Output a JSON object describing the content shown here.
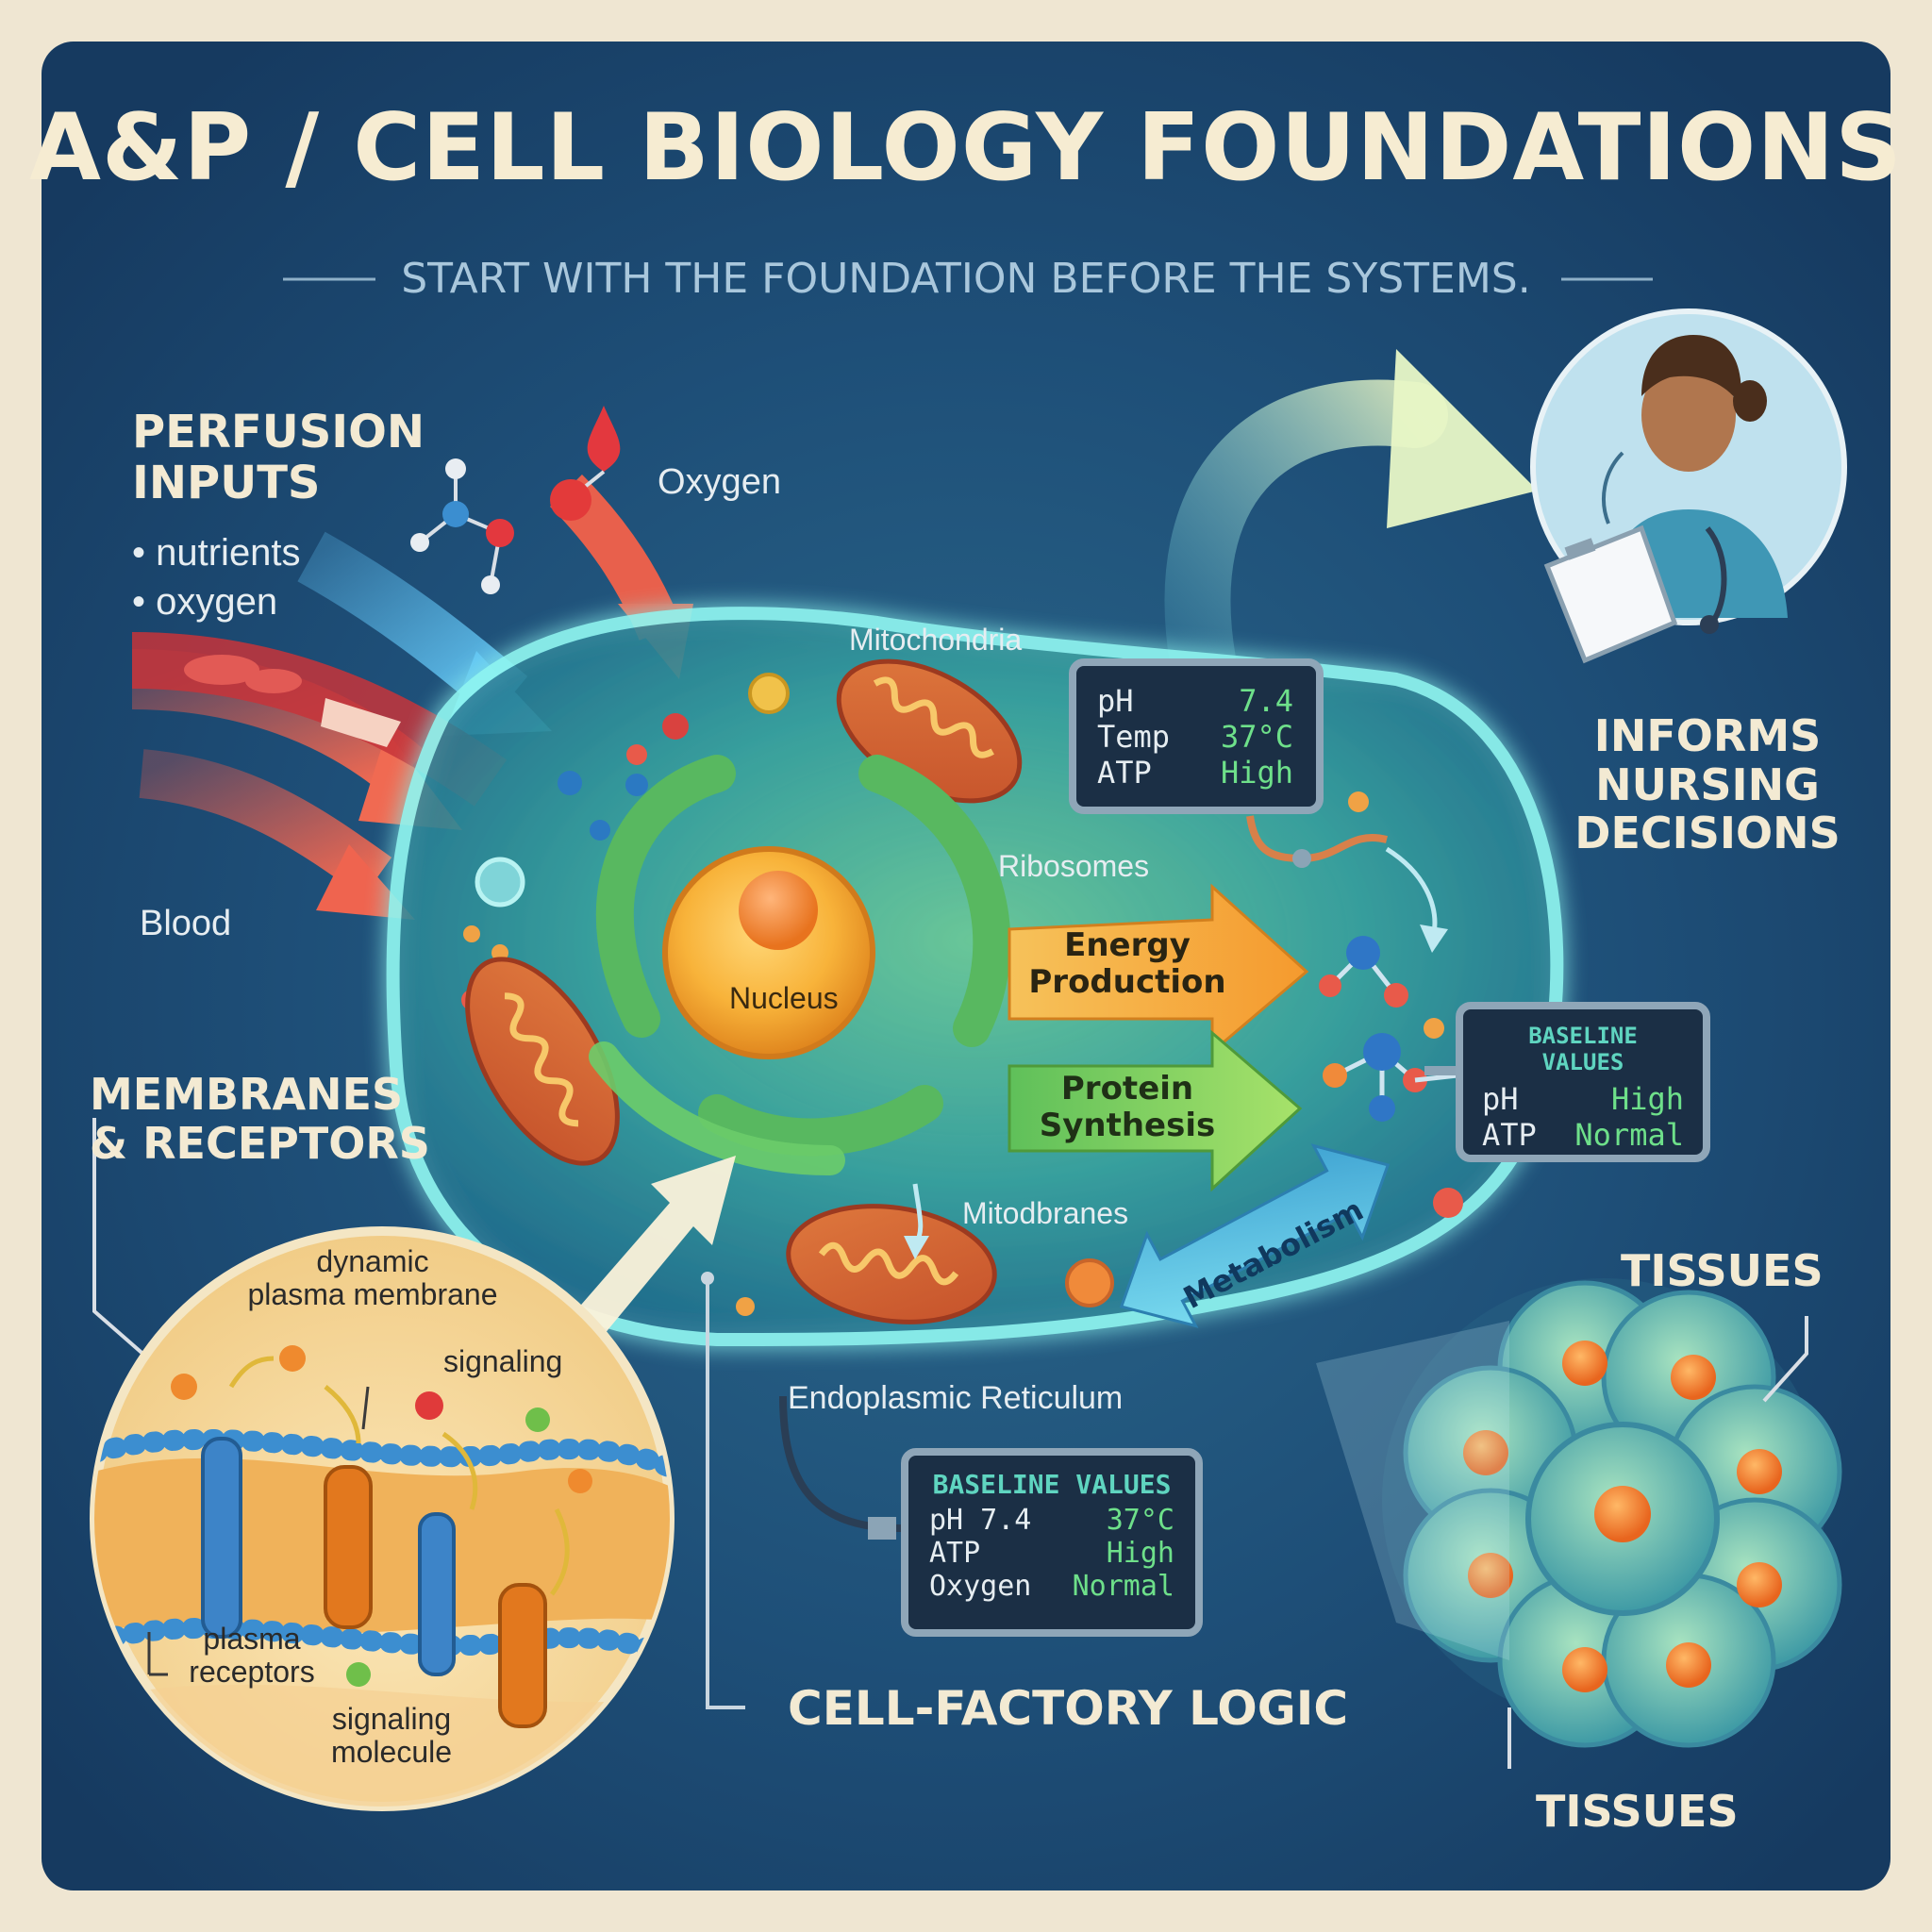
{
  "title": "A&P / CELL BIOLOGY FOUNDATIONS",
  "subtitle": "START WITH THE FOUNDATION BEFORE THE SYSTEMS.",
  "perfusion": {
    "heading_line1": "PERFUSION",
    "heading_line2": "INPUTS",
    "bullets": [
      "nutrients",
      "oxygen"
    ],
    "oxygen_label": "Oxygen",
    "blood_label": "Blood"
  },
  "cell": {
    "mitochondria_label": "Mitochondria",
    "ribosomes_label": "Ribosomes",
    "nucleus_label": "Nucleus",
    "mitodbranes_label": "Mitodbranes",
    "er_label": "Endoplasmic Reticulum",
    "energy_arrow": [
      "Energy",
      "Production"
    ],
    "protein_arrow": [
      "Protein",
      "Synthesis"
    ],
    "metabolism_label": "Metabolism"
  },
  "monitor_top": {
    "rows": [
      {
        "name": "pH",
        "value": "7.4"
      },
      {
        "name": "Temp",
        "value": "37°C"
      },
      {
        "name": "ATP",
        "value": "High"
      }
    ]
  },
  "monitor_right": {
    "header": "BASELINE VALUES",
    "rows": [
      {
        "name": "pH",
        "value": "High"
      },
      {
        "name": "ATP",
        "value": "Normal"
      }
    ]
  },
  "monitor_bottom": {
    "header": "BASELINE VALUES",
    "rows": [
      {
        "name": "pH 7.4",
        "value": "37°C"
      },
      {
        "name": "ATP",
        "value": "High"
      },
      {
        "name": "Oxygen",
        "value": "Normal"
      }
    ]
  },
  "nursing": {
    "line1": "INFORMS",
    "line2": "NURSING",
    "line3": "DECISIONS"
  },
  "membranes": {
    "heading_line1": "MEMBRANES",
    "heading_line2": "& RECEPTORS",
    "dynamic_line1": "dynamic",
    "dynamic_line2": "plasma membrane",
    "signaling": "signaling",
    "plasma_line1": "plasma",
    "plasma_line2": "receptors",
    "molecule_line1": "signaling",
    "molecule_line2": "molecule"
  },
  "tissues": {
    "label_top": "TISSUES",
    "label_bottom": "TISSUES"
  },
  "cell_factory_label": "CELL-FACTORY LOGIC",
  "colors": {
    "background": "#1d4a72",
    "frame": "#efe6d2",
    "title": "#f6ecd2",
    "monitor_value": "#6ee08a",
    "monitor_header": "#5fd5c0",
    "energy_arrow": "#f4a23a",
    "protein_arrow": "#7fd35a",
    "metabolism_arrow": "#6fd4ea"
  }
}
